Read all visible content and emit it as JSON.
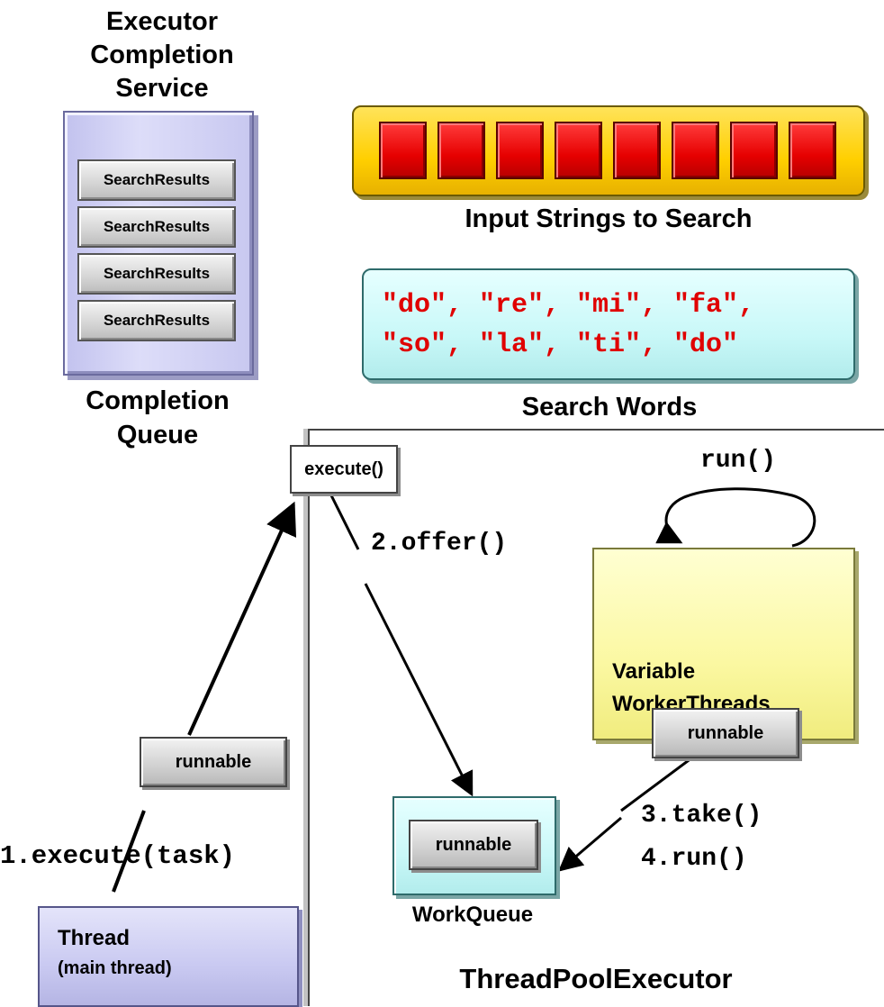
{
  "ecs": {
    "title_line1": "Executor",
    "title_line2": "Completion",
    "title_line3": "Service",
    "results": [
      "SearchResults",
      "SearchResults",
      "SearchResults",
      "SearchResults"
    ],
    "queue_line1": "Completion",
    "queue_line2": "Queue"
  },
  "input": {
    "cells": 8,
    "label": "Input Strings to Search"
  },
  "words": {
    "line1": "\"do\", \"re\", \"mi\", \"fa\",",
    "line2": "\"so\", \"la\", \"ti\", \"do\"",
    "label": "Search Words"
  },
  "pool": {
    "execute": "execute()",
    "offer": "2.offer()",
    "run": "run()",
    "workers_line1": "Variable",
    "workers_line2": "WorkerThreads",
    "workqueue_item": "runnable",
    "workqueue_label": "WorkQueue",
    "take": "3.take()",
    "run_step": "4.run()",
    "runnable_right": "runnable",
    "label": "ThreadPoolExecutor"
  },
  "main": {
    "runnable_left": "runnable",
    "execute_task": "1.execute(task)",
    "thread_title": "Thread",
    "thread_sub": "(main thread)"
  },
  "colors": {
    "queue_purple": "#c8c8f0",
    "input_yellow": "#ffcf00",
    "cell_red": "#e60000",
    "words_cyan": "#c9f8f8",
    "word_text_red": "#e00000",
    "worker_yellow": "#fbf8a2"
  }
}
